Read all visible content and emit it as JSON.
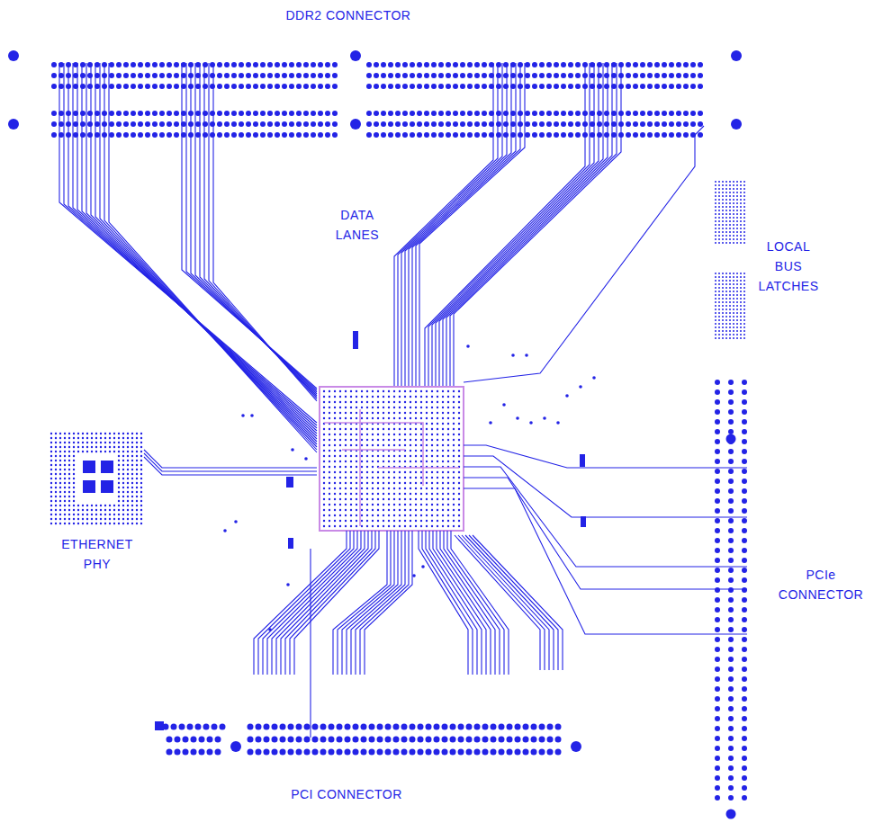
{
  "diagram": {
    "labels": [
      "DDR2 CONNECTOR",
      "DATA LANES",
      "LOCAL BUS LATCHES",
      "ETHERNET PHY",
      "PCIe CONNECTOR",
      "PCI CONNECTOR"
    ]
  }
}
